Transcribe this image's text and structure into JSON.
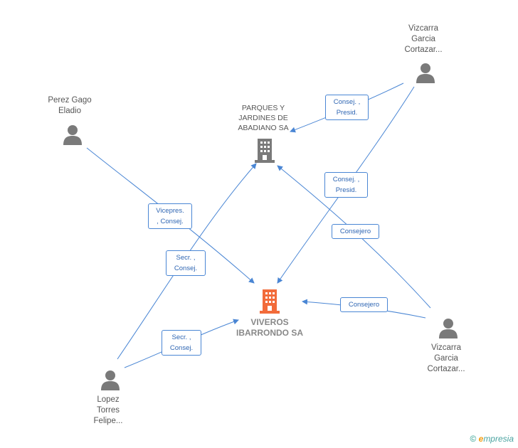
{
  "nodes": {
    "perez_gago": {
      "label": "Perez Gago\nEladio"
    },
    "vizcarra_top": {
      "label": "Vizcarra\nGarcia\nCortazar..."
    },
    "vizcarra_bottom": {
      "label": "Vizcarra\nGarcia\nCortazar..."
    },
    "lopez_torres": {
      "label": "Lopez\nTorres\nFelipe..."
    },
    "parques": {
      "label": "PARQUES Y\nJARDINES DE\nABADIANO SA"
    },
    "viveros": {
      "label": "VIVEROS\nIBARRONDO SA"
    }
  },
  "roles": {
    "vicepres": "Vicepres.\n, Consej.",
    "secr_upper": "Secr. ,\nConsej.",
    "secr_lower": "Secr. ,\nConsej.",
    "consej_presid_top": "Consej. ,\nPresid.",
    "consej_presid_mid": "Consej. ,\nPresid.",
    "consejero_upper": "Consejero",
    "consejero_lower": "Consejero"
  },
  "footer": {
    "copyright": "©",
    "brand_e": "e",
    "brand_rest": "mpresia"
  },
  "colors": {
    "edge": "#4a86d4",
    "person": "#7a7a7a",
    "company_gray": "#7a7a7a",
    "company_main": "#f26b3a"
  }
}
